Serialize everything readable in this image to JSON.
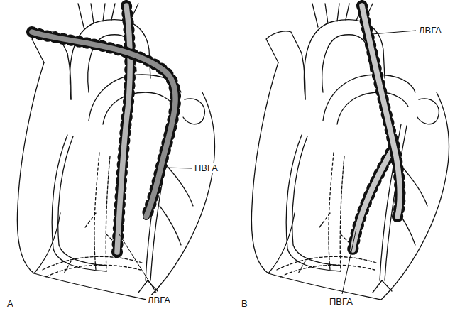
{
  "diagram": {
    "labels": [
      "ЛВГА",
      "ПВГА",
      "А",
      "ЛВГА",
      "В",
      "ПВГА"
    ]
  }
}
